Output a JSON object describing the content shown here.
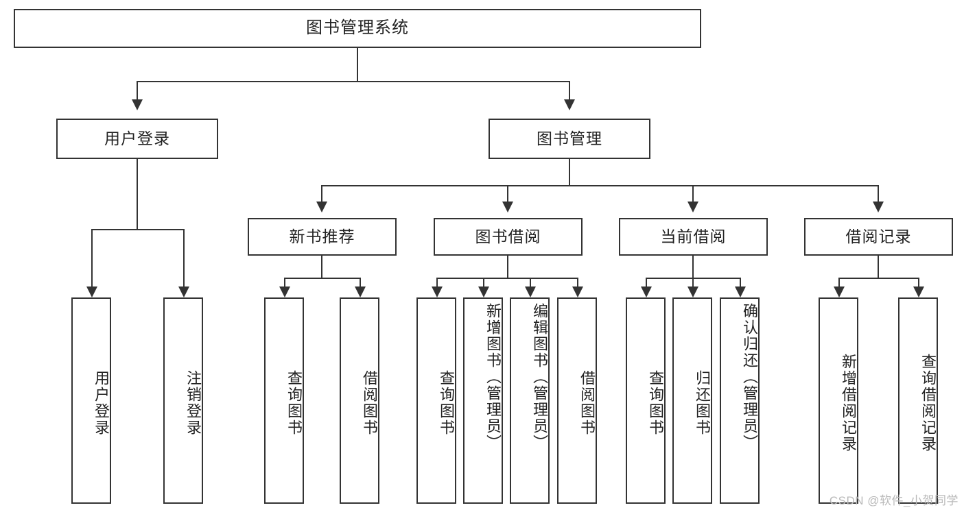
{
  "diagram": {
    "type": "tree-hierarchy",
    "title": "图书管理系统",
    "root": {
      "label": "图书管理系统"
    },
    "level2": [
      {
        "id": "user-login",
        "label": "用户登录"
      },
      {
        "id": "book-management",
        "label": "图书管理"
      }
    ],
    "level3": [
      {
        "id": "new-book-recommend",
        "label": "新书推荐",
        "parent": "book-management"
      },
      {
        "id": "book-borrow",
        "label": "图书借阅",
        "parent": "book-management"
      },
      {
        "id": "current-borrow",
        "label": "当前借阅",
        "parent": "book-management"
      },
      {
        "id": "borrow-record",
        "label": "借阅记录",
        "parent": "book-management"
      }
    ],
    "leaves": [
      {
        "id": "leaf-user-login",
        "label": "用户登录",
        "parent": "user-login"
      },
      {
        "id": "leaf-logout-login",
        "label": "注销登录",
        "parent": "user-login"
      },
      {
        "id": "leaf-query-book-1",
        "label": "查询图书",
        "parent": "new-book-recommend"
      },
      {
        "id": "leaf-borrow-book-1",
        "label": "借阅图书",
        "parent": "new-book-recommend"
      },
      {
        "id": "leaf-query-book-2",
        "label": "查询图书",
        "parent": "book-borrow"
      },
      {
        "id": "leaf-add-book",
        "label": "新增图书（管理员）",
        "parent": "book-borrow"
      },
      {
        "id": "leaf-edit-book",
        "label": "编辑图书（管理员）",
        "parent": "book-borrow"
      },
      {
        "id": "leaf-borrow-book-2",
        "label": "借阅图书",
        "parent": "book-borrow"
      },
      {
        "id": "leaf-query-book-3",
        "label": "查询图书",
        "parent": "current-borrow"
      },
      {
        "id": "leaf-return-book",
        "label": "归还图书",
        "parent": "current-borrow"
      },
      {
        "id": "leaf-confirm-return",
        "label": "确认归还（管理员）",
        "parent": "current-borrow"
      },
      {
        "id": "leaf-add-borrow-record",
        "label": "新增借阅记录",
        "parent": "borrow-record"
      },
      {
        "id": "leaf-query-borrow-record",
        "label": "查询借阅记录",
        "parent": "borrow-record"
      }
    ],
    "watermark": "CSDN @软件_小贺同学",
    "colors": {
      "stroke": "#333333",
      "fill": "#ffffff",
      "text": "#222222",
      "watermark": "#b9b9b9"
    }
  }
}
